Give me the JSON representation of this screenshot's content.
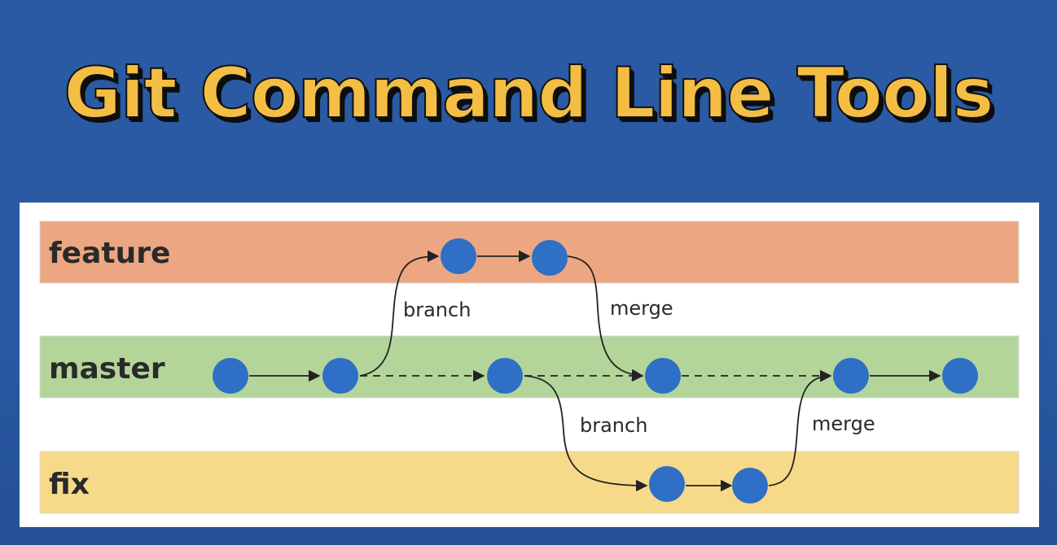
{
  "title": "Git Command Line Tools",
  "colors": {
    "background": "#2a5aa3",
    "title_fill": "#f4be45",
    "feature_lane": "#eca782",
    "master_lane": "#b3d59a",
    "fix_lane": "#f6da8a",
    "node": "#2f6fc6",
    "edge": "#222222"
  },
  "lanes": [
    {
      "id": "feature",
      "label": "feature"
    },
    {
      "id": "master",
      "label": "master"
    },
    {
      "id": "fix",
      "label": "fix"
    }
  ],
  "edge_labels": {
    "feature_branch": "branch",
    "feature_merge": "merge",
    "fix_branch": "branch",
    "fix_merge": "merge"
  },
  "nodes": [
    {
      "id": "m1",
      "lane": "master"
    },
    {
      "id": "m2",
      "lane": "master"
    },
    {
      "id": "m3",
      "lane": "master"
    },
    {
      "id": "m4",
      "lane": "master"
    },
    {
      "id": "m5",
      "lane": "master"
    },
    {
      "id": "m6",
      "lane": "master"
    },
    {
      "id": "f1",
      "lane": "feature"
    },
    {
      "id": "f2",
      "lane": "feature"
    },
    {
      "id": "x1",
      "lane": "fix"
    },
    {
      "id": "x2",
      "lane": "fix"
    }
  ],
  "edges": [
    {
      "from": "m1",
      "to": "m2",
      "style": "solid"
    },
    {
      "from": "m2",
      "to": "m3",
      "style": "dashed"
    },
    {
      "from": "m3",
      "to": "m4",
      "style": "dashed"
    },
    {
      "from": "m4",
      "to": "m5",
      "style": "dashed"
    },
    {
      "from": "m5",
      "to": "m6",
      "style": "solid"
    },
    {
      "from": "m2",
      "to": "f1",
      "style": "solid",
      "label": "branch"
    },
    {
      "from": "f1",
      "to": "f2",
      "style": "solid"
    },
    {
      "from": "f2",
      "to": "m4",
      "style": "solid",
      "label": "merge"
    },
    {
      "from": "m3",
      "to": "x1",
      "style": "solid",
      "label": "branch"
    },
    {
      "from": "x1",
      "to": "x2",
      "style": "solid"
    },
    {
      "from": "x2",
      "to": "m5",
      "style": "solid",
      "label": "merge"
    }
  ]
}
